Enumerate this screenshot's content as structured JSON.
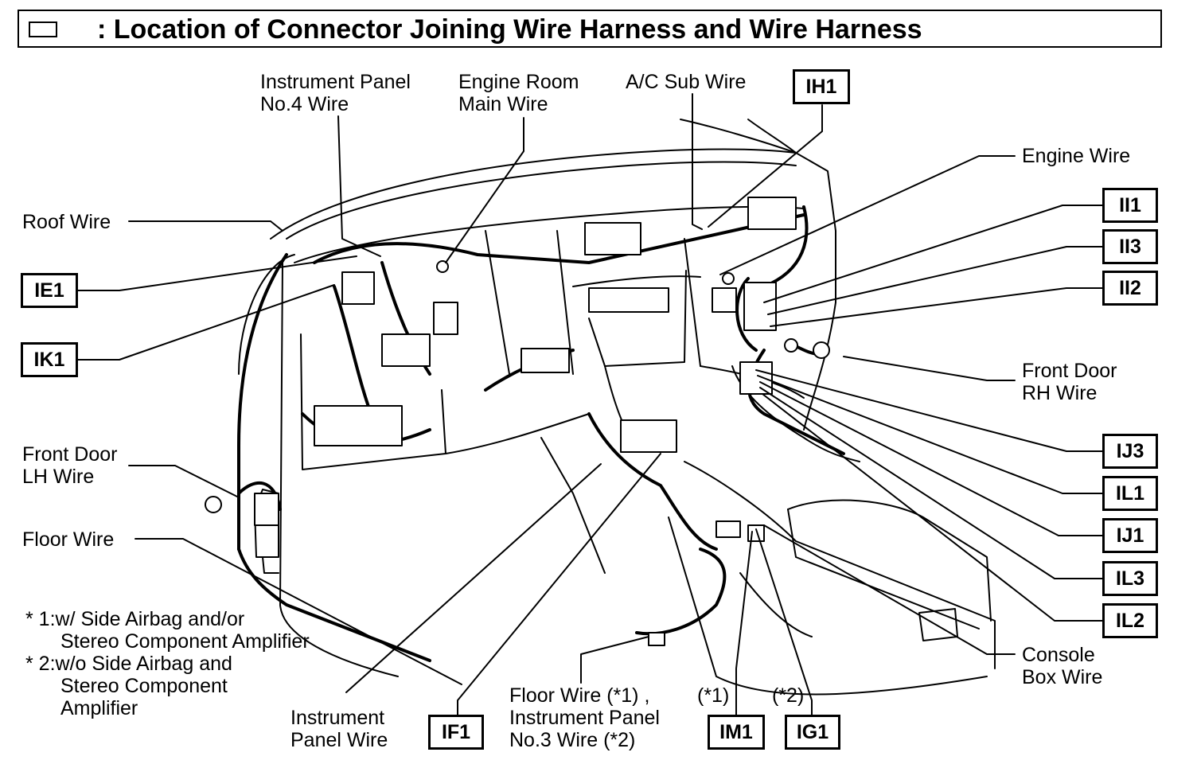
{
  "title": ": Location of Connector Joining Wire Harness and Wire Harness",
  "labels": {
    "ip4_l1": "Instrument Panel",
    "ip4_l2": "No.4 Wire",
    "erm_l1": "Engine Room",
    "erm_l2": "Main Wire",
    "ac_sub": "A/C Sub Wire",
    "engine_wire": "Engine Wire",
    "roof_wire": "Roof Wire",
    "fdrh_l1": "Front Door",
    "fdrh_l2": "RH Wire",
    "fdlh_l1": "Front Door",
    "fdlh_l2": "LH Wire",
    "floor_wire": "Floor Wire",
    "console_l1": "Console",
    "console_l2": "Box Wire",
    "ipw_l1": "Instrument",
    "ipw_l2": "Panel Wire",
    "fw_l1": "Floor Wire (*1) ,",
    "fw_l2": "Instrument Panel",
    "fw_l3": "No.3 Wire (*2)",
    "star1": "(*1)",
    "star2": "(*2)"
  },
  "notes": {
    "n1_l1": "* 1:w/ Side Airbag and/or",
    "n1_l2": "Stereo Component Amplifier",
    "n2_l1": "* 2:w/o Side Airbag and",
    "n2_l2": "Stereo Component",
    "n2_l3": "Amplifier"
  },
  "connectors": {
    "IH1": "IH1",
    "II1": "II1",
    "II3": "II3",
    "II2": "II2",
    "IE1": "IE1",
    "IK1": "IK1",
    "IJ3": "IJ3",
    "IL1": "IL1",
    "IJ1": "IJ1",
    "IL3": "IL3",
    "IL2": "IL2",
    "IF1": "IF1",
    "IM1": "IM1",
    "IG1": "IG1"
  }
}
